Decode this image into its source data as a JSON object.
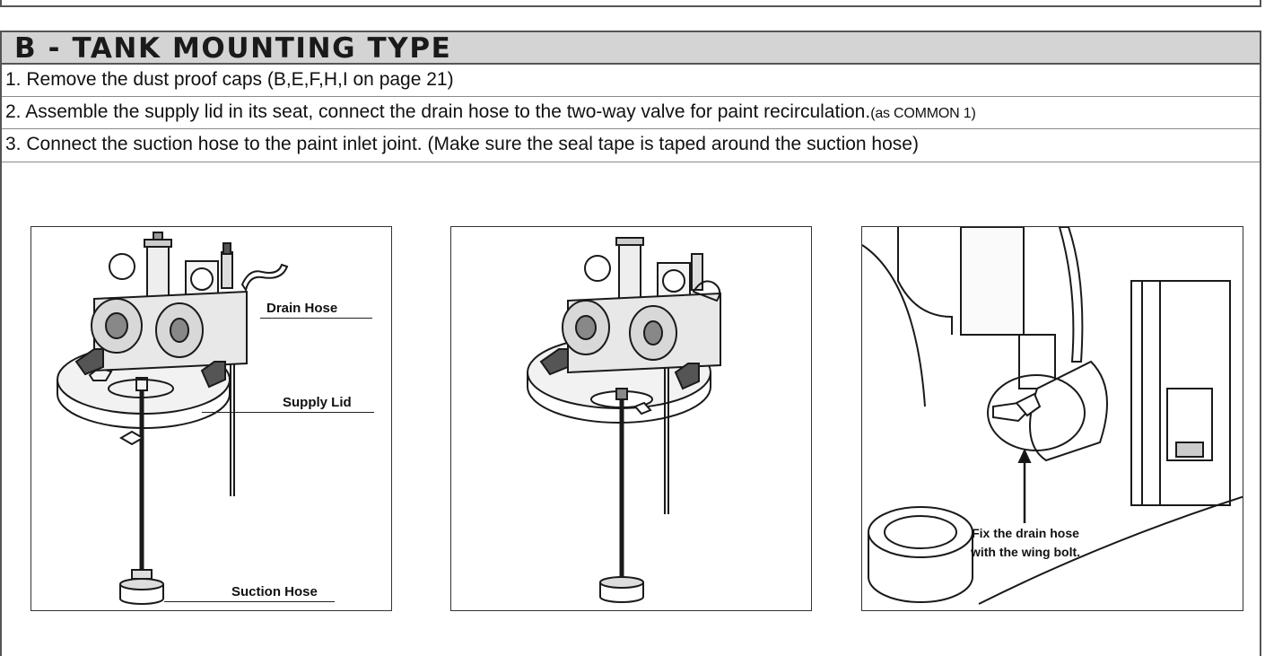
{
  "section": {
    "title": "B - TANK MOUNTING TYPE"
  },
  "steps": [
    {
      "text": "1. Remove the dust proof caps (B,E,F,H,I on page 21)",
      "suffix": ""
    },
    {
      "text": "2. Assemble the supply lid in its seat, connect the drain hose to the two-way valve for paint recirculation.",
      "suffix": "(as COMMON 1)"
    },
    {
      "text": "3. Connect the suction hose to the paint inlet joint. (Make sure the seal tape is taped around the suction hose)",
      "suffix": ""
    }
  ],
  "figures": {
    "fig1": {
      "labels": {
        "drain_hose": "Drain  Hose",
        "supply_lid": "Supply Lid",
        "suction_hose": "Suction Hose"
      }
    },
    "fig3": {
      "caption_line1": "Fix the drain hose",
      "caption_line2": "with the wing bolt."
    }
  }
}
